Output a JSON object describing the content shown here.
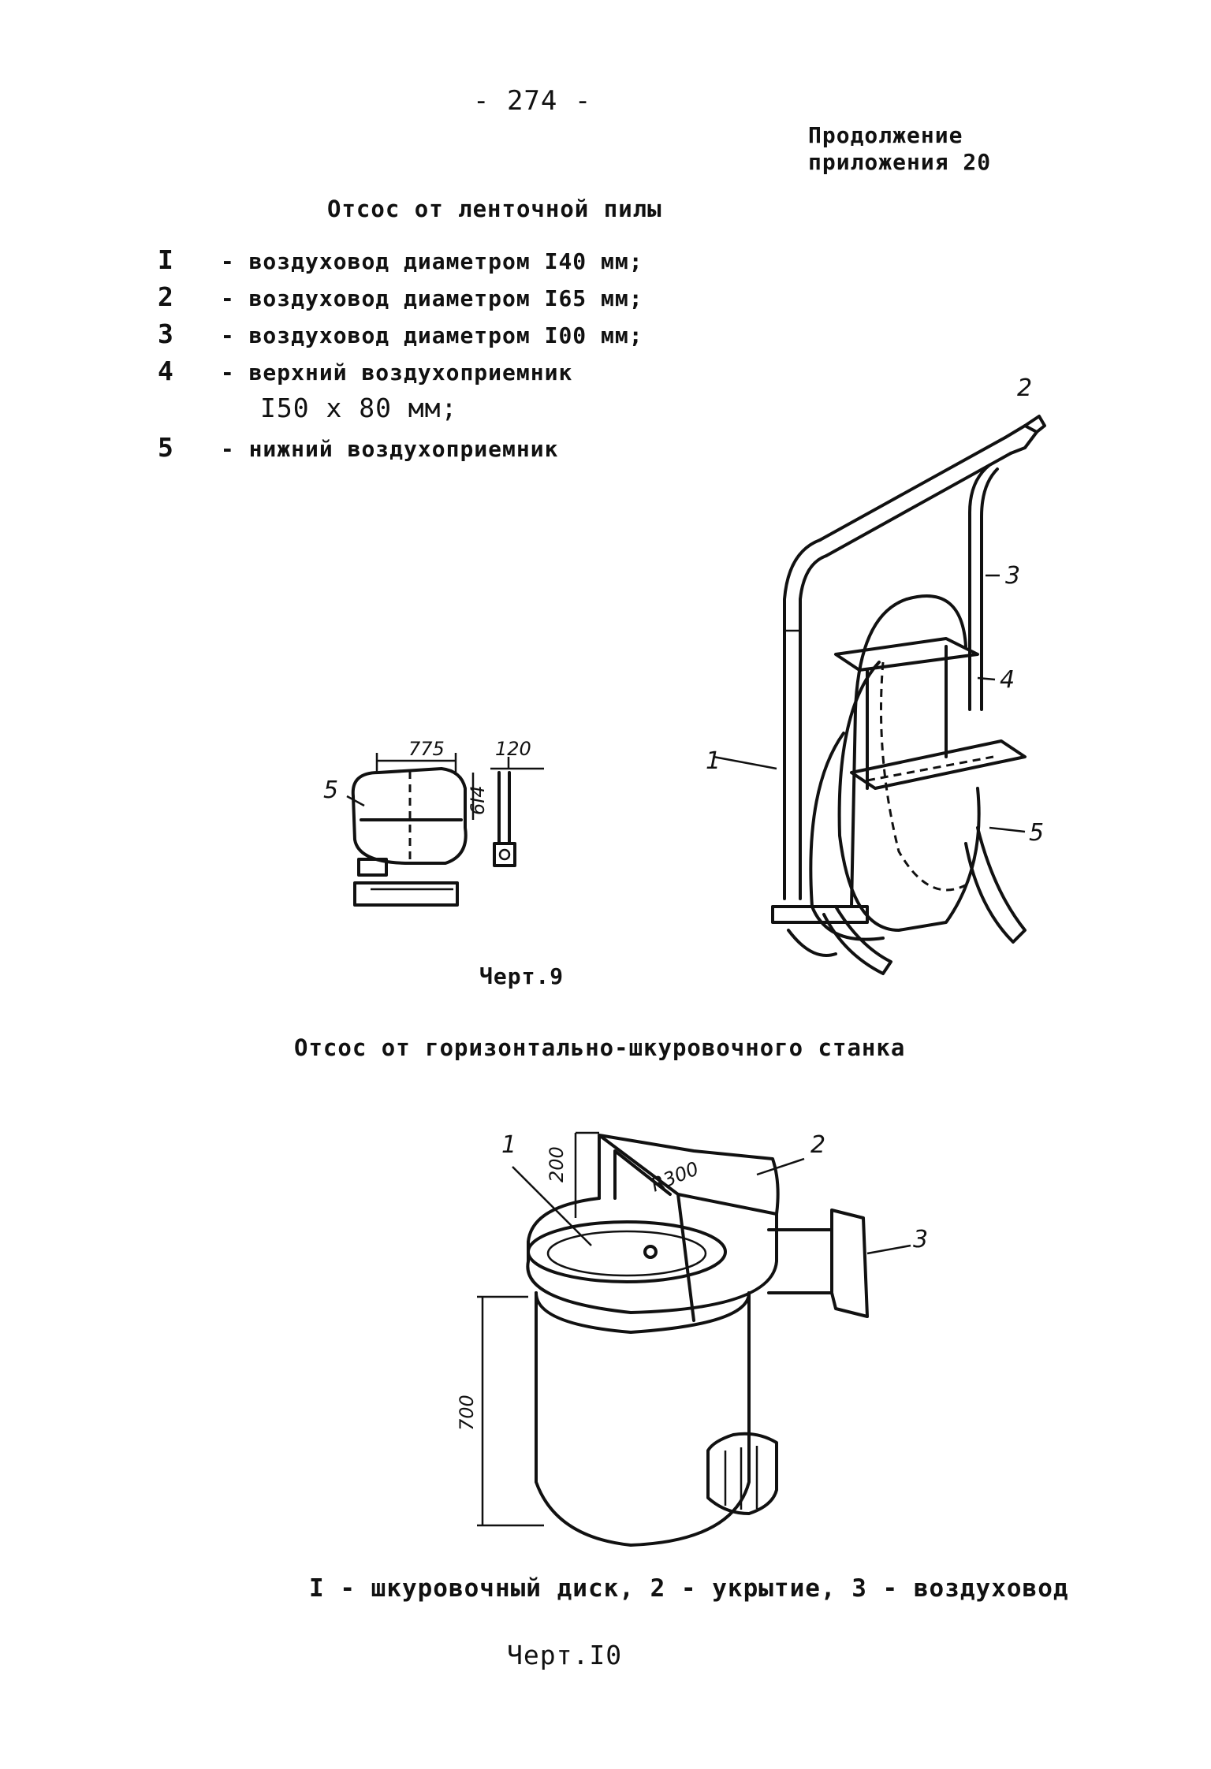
{
  "page": {
    "number": "- 274 -",
    "continuation": [
      "Продолжение",
      "приложения 20"
    ]
  },
  "figure9": {
    "title": "Отсос от ленточной пилы",
    "legend": [
      {
        "num": "I",
        "text": "воздуховод диаметром I40 мм;"
      },
      {
        "num": "2",
        "text": "воздуховод диаметром I65 мм;"
      },
      {
        "num": "3",
        "text": "воздуховод диаметром I00 мм;"
      },
      {
        "num": "4",
        "text": "верхний воздухоприемник"
      },
      {
        "num": "5",
        "text": "нижний воздухоприемник"
      }
    ],
    "legend_item4_size": "I50 x 80 мм;",
    "small_drawing": {
      "dim_width": "775",
      "dim_side": "120",
      "dim_height": "6I4",
      "label": "5"
    },
    "large_drawing_labels": [
      "1",
      "2",
      "3",
      "4",
      "5"
    ],
    "caption": "Черт.9"
  },
  "figure10": {
    "title": "Отсос от горизонтально-шкуровочного станка",
    "labels": [
      "1",
      "2",
      "3"
    ],
    "dims": {
      "radius": "R300",
      "top": "200",
      "height": "700"
    },
    "legend": "I - шкуровочный диск, 2 - укрытие, 3 - воздуховод",
    "caption": "Черт.I0"
  }
}
